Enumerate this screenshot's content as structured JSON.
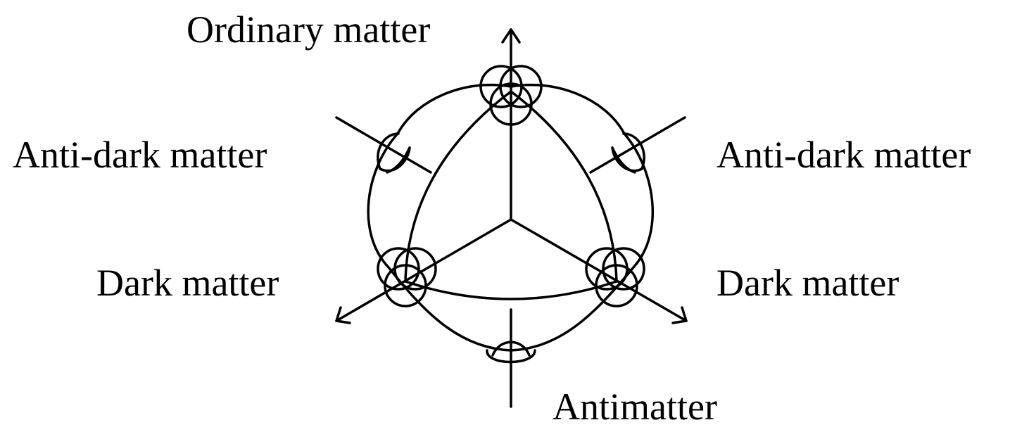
{
  "labels": {
    "top": "Ordinary matter",
    "upper_left": "Anti-dark matter",
    "upper_right": "Anti-dark matter",
    "lower_left": "Dark matter",
    "lower_right": "Dark matter",
    "bottom": "Antimatter"
  },
  "colors": {
    "line": "#000000",
    "background": "#ffffff"
  }
}
